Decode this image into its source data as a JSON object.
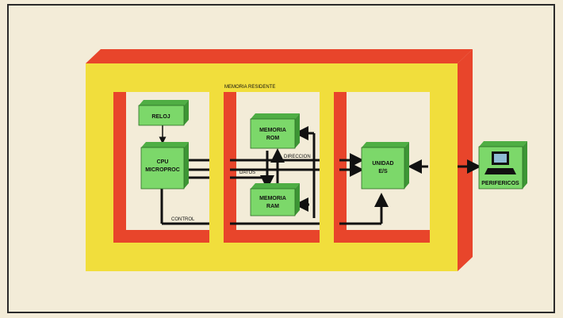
{
  "diagram": {
    "header_label": "MEMORIA RESIDENTE",
    "blocks": {
      "clock": "RELOJ",
      "cpu_line1": "CPU",
      "cpu_line2": "MICROPROC",
      "rom_line1": "MEMORIA",
      "rom_line2": "ROM",
      "ram_line1": "MEMORIA",
      "ram_line2": "RAM",
      "io_line1": "UNIDAD",
      "io_line2": "E/S",
      "peripherals": "PERIFERICOS"
    },
    "bus_labels": {
      "data": "DATOS",
      "address": "DIRECCION",
      "control": "CONTROL"
    },
    "colors": {
      "background": "#f3ecd8",
      "outer_frame": "#f1de3c",
      "frame_edge": "#e8452b",
      "block_face": "#7cd86a",
      "block_side": "#4fae44",
      "bus": "#111111"
    }
  }
}
